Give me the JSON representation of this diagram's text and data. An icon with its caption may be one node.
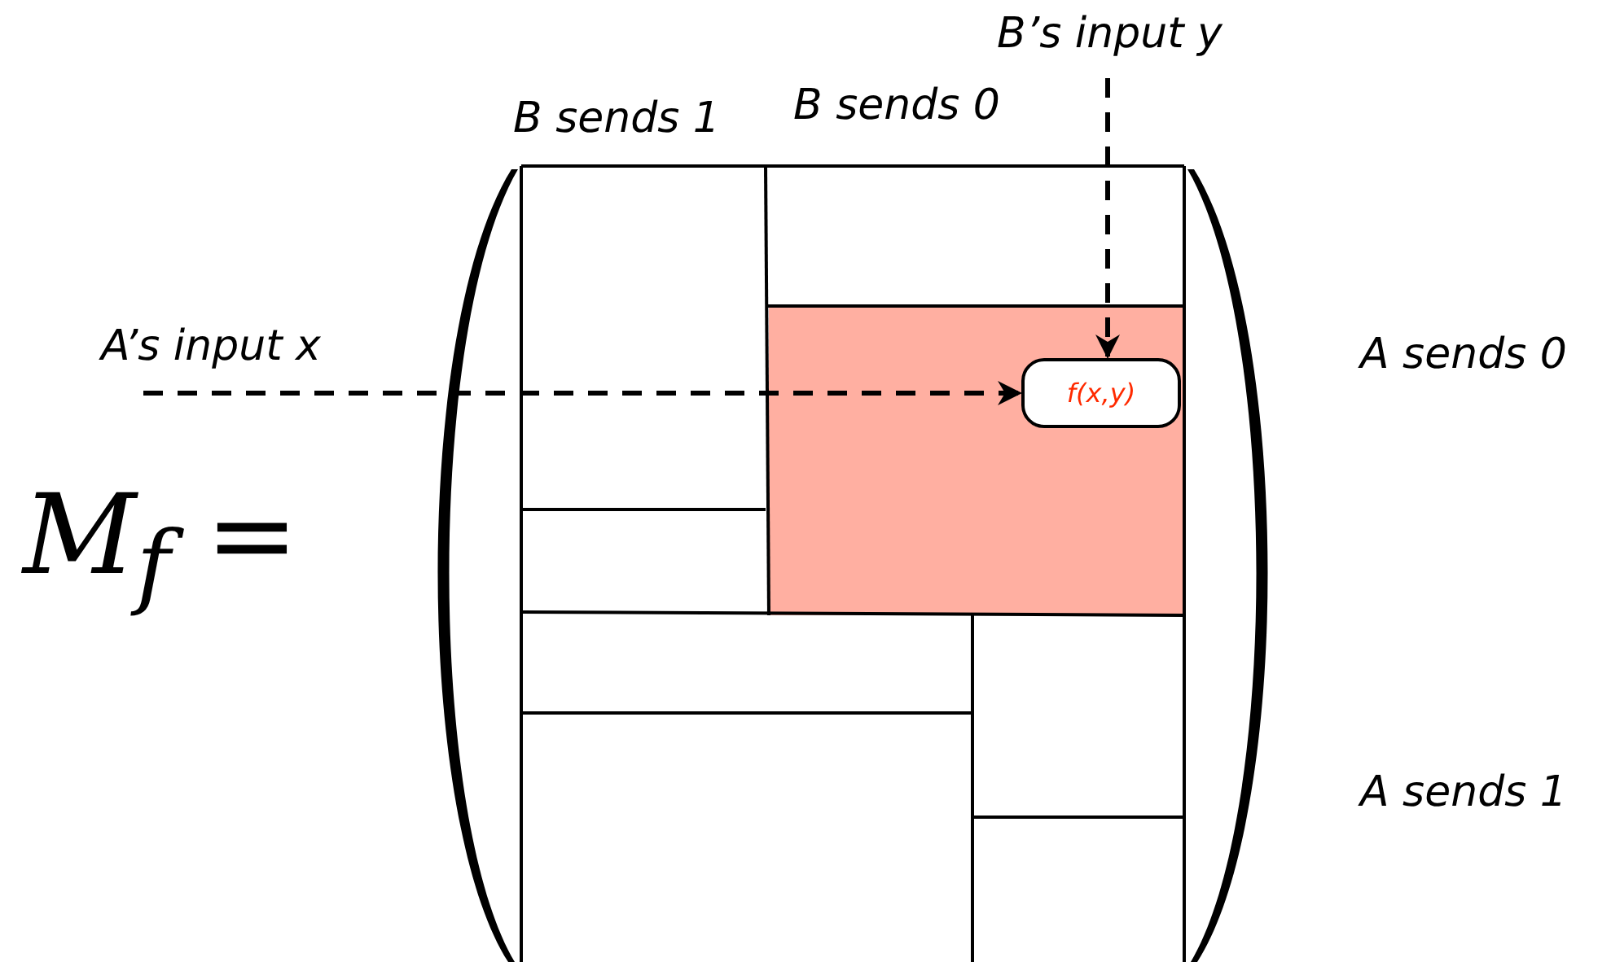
{
  "diagram": {
    "nodes": [
      {
        "text": [
          "A’s input x"
        ]
      },
      {
        "text": [
          "B’s input y"
        ]
      },
      {
        "text": [
          "f(x,y)"
        ]
      }
    ],
    "edges": [
      {
        "from": 0,
        "to": 2,
        "arrow": "to",
        "style": "dashed"
      },
      {
        "from": 1,
        "to": 2,
        "arrow": "to",
        "style": "dashed"
      }
    ],
    "labels": [
      "B sends 1",
      "B sends 0",
      "A sends 0",
      "A sends 1",
      "M$_{f}$ ="
    ]
  }
}
